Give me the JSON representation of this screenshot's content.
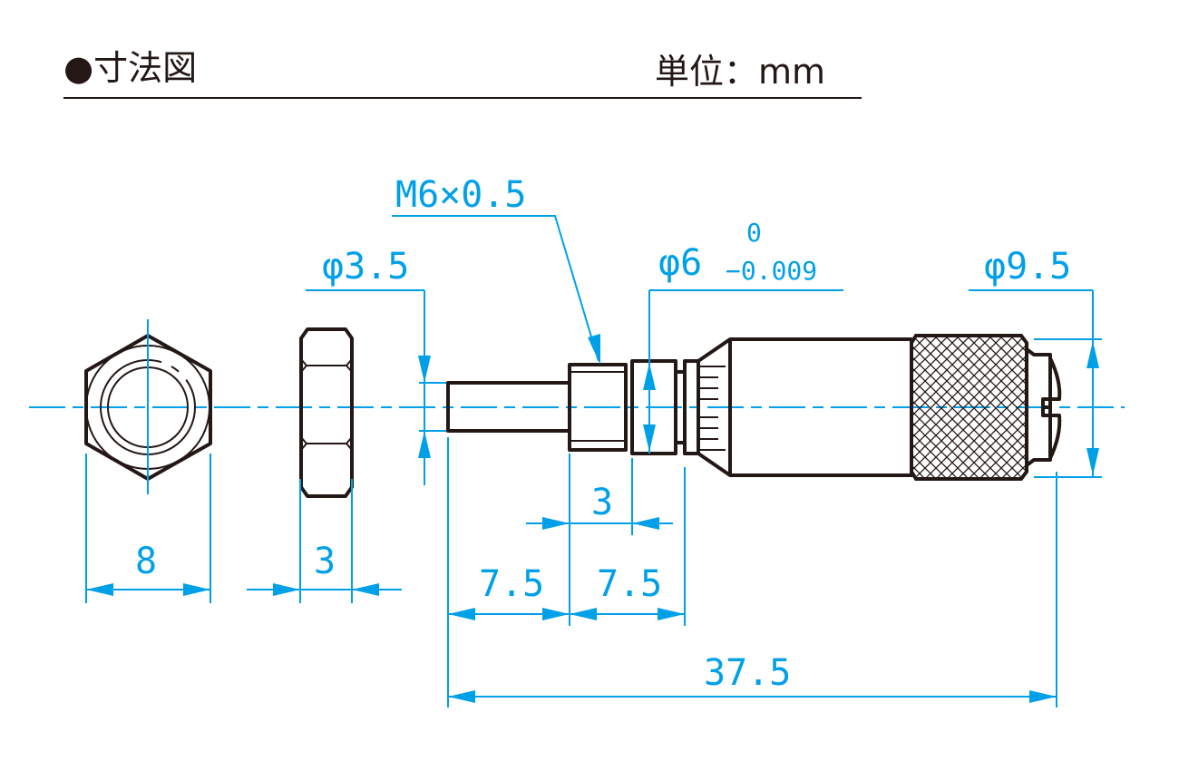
{
  "header": {
    "title": "●寸法図",
    "unit": "単位：mm"
  },
  "dimensions": {
    "hex_width": "8",
    "nut_thickness": "3",
    "spindle_dia": "φ3.5",
    "thread": "M6×0.5",
    "sleeve_dia": "φ6",
    "sleeve_tol_upper": "0",
    "sleeve_tol_lower": "−0.009",
    "thimble_dia": "φ9.5",
    "thread_len": "3",
    "spindle_len": "7.5",
    "sleeve_len": "7.5",
    "total_len": "37.5"
  },
  "colors": {
    "dimension": "#00a0e9",
    "outline": "#231815"
  }
}
